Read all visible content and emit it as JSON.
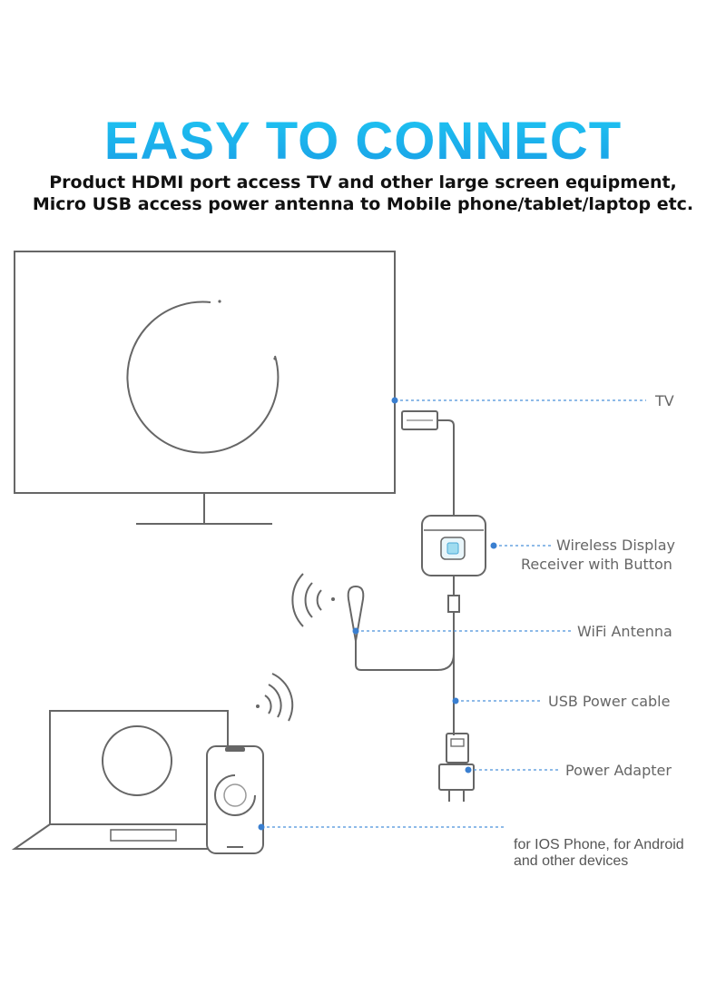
{
  "header": {
    "title": "EASY TO CONNECT",
    "subtitle_line1": "Product HDMI port access TV and other large screen equipment,",
    "subtitle_line2": "Micro USB access power antenna to Mobile phone/tablet/laptop etc."
  },
  "labels": {
    "tv": "TV",
    "receiver_line1": "Wireless Display",
    "receiver_line2": "Receiver with Button",
    "antenna": "WiFi Antenna",
    "usb_cable": "USB Power cable",
    "adapter": "Power Adapter",
    "devices_line1": "for IOS Phone, for Android",
    "devices_line2": "and other devices"
  },
  "colors": {
    "title_blue": "#1fb4ee",
    "leader_blue": "#4a90d9",
    "device_gray": "#666666"
  }
}
